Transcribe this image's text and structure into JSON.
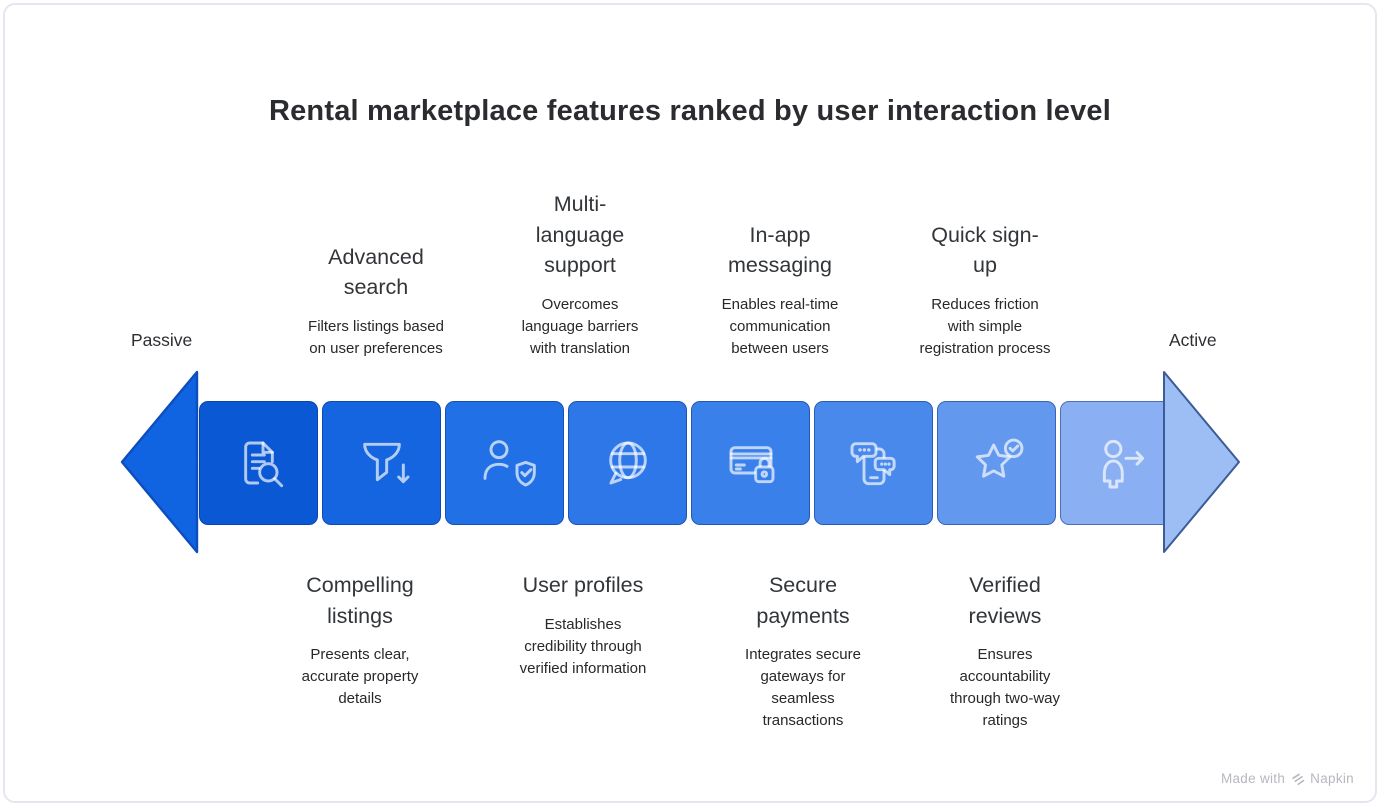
{
  "title": "Rental marketplace features ranked by user interaction level",
  "axis": {
    "left_label": "Passive",
    "right_label": "Active"
  },
  "top_features": [
    {
      "heading": "Advanced\nsearch",
      "description": "Filters listings based\non user preferences"
    },
    {
      "heading": "Multi-\nlanguage\nsupport",
      "description": "Overcomes\nlanguage barriers\nwith translation"
    },
    {
      "heading": "In-app\nmessaging",
      "description": "Enables real-time\ncommunication\nbetween users"
    },
    {
      "heading": "Quick sign-\nup",
      "description": "Reduces friction\nwith simple\nregistration process"
    }
  ],
  "bottom_features": [
    {
      "heading": "Compelling\nlistings",
      "description": "Presents clear,\naccurate property\ndetails"
    },
    {
      "heading": "User profiles",
      "description": "Establishes\ncredibility through\nverified information"
    },
    {
      "heading": "Secure\npayments",
      "description": "Integrates secure\ngateways for\nseamless\ntransactions"
    },
    {
      "heading": "Verified\nreviews",
      "description": "Ensures\naccountability\nthrough two-way\nratings"
    }
  ],
  "blocks": [
    {
      "icon": "document-search-icon",
      "feature": "Compelling listings",
      "color": "#0b58d4"
    },
    {
      "icon": "filter-funnel-icon",
      "feature": "Advanced search",
      "color": "#1565e0"
    },
    {
      "icon": "user-shield-icon",
      "feature": "User profiles",
      "color": "#2270e6"
    },
    {
      "icon": "globe-language-icon",
      "feature": "Multi-language support",
      "color": "#2d77e8"
    },
    {
      "icon": "payment-lock-icon",
      "feature": "Secure payments",
      "color": "#3a80ea"
    },
    {
      "icon": "chat-phone-icon",
      "feature": "In-app messaging",
      "color": "#4989ec"
    },
    {
      "icon": "star-check-icon",
      "feature": "Verified reviews",
      "color": "#6398ef"
    },
    {
      "icon": "signup-user-icon",
      "feature": "Quick sign-up",
      "color": "#8ab0f3"
    }
  ],
  "colors": {
    "left_arrow_fill": "#1164e1",
    "left_arrow_stroke": "#0d4dbe",
    "right_arrow_fill": "#9dbdf5",
    "right_arrow_stroke": "#3c5b97"
  },
  "watermark": {
    "text": "Made with",
    "brand": "Napkin"
  }
}
